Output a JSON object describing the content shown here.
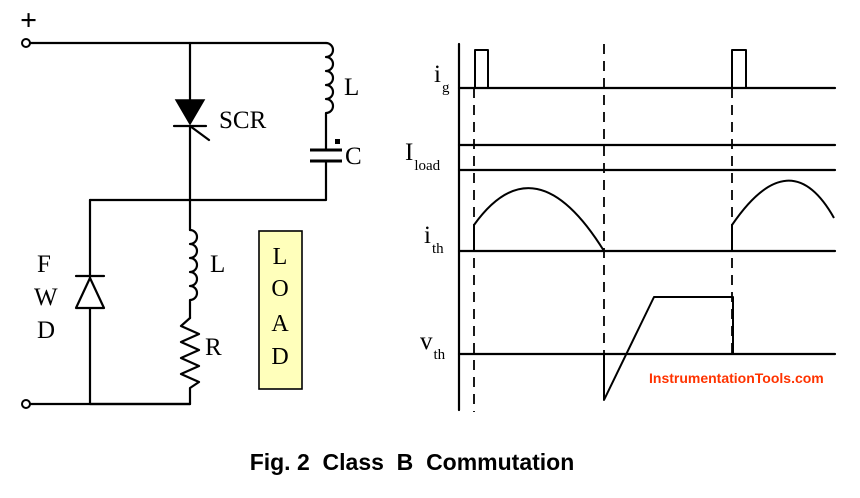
{
  "circuit": {
    "plus_sign": "+",
    "scr_label": "SCR",
    "inductor_label": "L",
    "capacitor_label": "C",
    "fwd_label": [
      "F",
      "W",
      "D"
    ],
    "load_inductor_label": "L",
    "resistor_label": "R",
    "load_box_letters": [
      "L",
      "O",
      "A",
      "D"
    ],
    "load_box_color": "#ffffbb"
  },
  "waveforms": {
    "ig": {
      "main": "i",
      "sub": "g"
    },
    "iload": {
      "main": "I",
      "sub": "load"
    },
    "ith": {
      "main": "i",
      "sub": "th"
    },
    "vth": {
      "main": "v",
      "sub": "th"
    }
  },
  "watermark": {
    "text": "InstrumentationTools.com",
    "color": "#ff3300"
  },
  "caption": "Fig. 2  Class  B  Commutation"
}
